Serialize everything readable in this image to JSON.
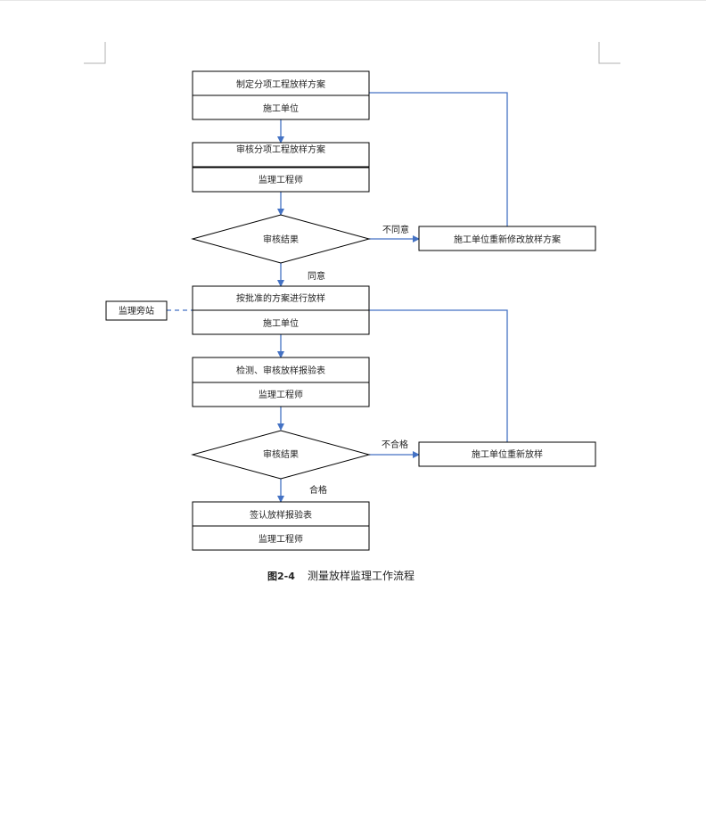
{
  "flowchart": {
    "steps": {
      "step1": {
        "title": "制定分项工程放样方案",
        "role": "施工单位"
      },
      "step2": {
        "title": "审核分项工程放样方案",
        "role": "监理工程师"
      },
      "decision1": {
        "label": "审核结果"
      },
      "step3": {
        "title": "按批准的方案进行放样",
        "role": "施工单位"
      },
      "step4": {
        "title": "检测、审核放样报验表",
        "role": "监理工程师"
      },
      "decision2": {
        "label": "审核结果"
      },
      "step5": {
        "title": "签认放样报验表",
        "role": "监理工程师"
      }
    },
    "side": {
      "redo_plan": "施工单位重新修改放样方案",
      "redo_layout": "施工单位重新放样",
      "supervision_station": "监理旁站"
    },
    "edge_labels": {
      "disagree": "不同意",
      "agree": "同意",
      "unqualified": "不合格",
      "qualified": "合格"
    }
  },
  "caption": {
    "number": "图2-4",
    "title": "测量放样监理工作流程"
  },
  "colors": {
    "arrow": "#4472c4",
    "box_border": "#000000"
  }
}
